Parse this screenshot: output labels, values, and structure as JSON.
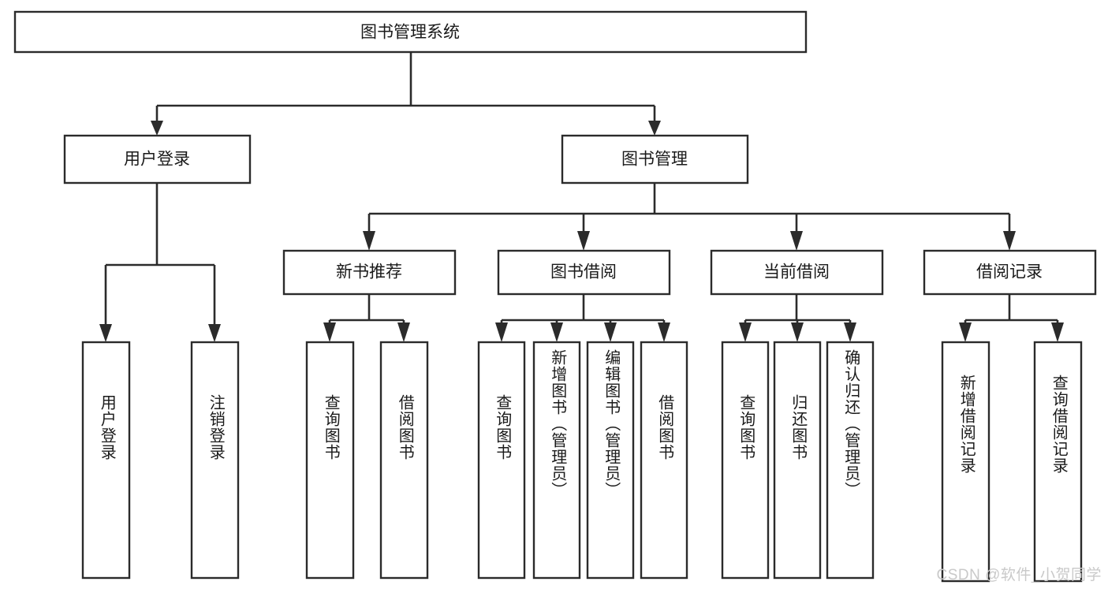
{
  "diagram": {
    "type": "tree",
    "title": "图书管理系统",
    "orientation": "top-down",
    "colors": {
      "background": "#ffffff",
      "box_fill": "#ffffff",
      "box_stroke": "#2b2b2b",
      "connector": "#2b2b2b",
      "text": "#1a1a1a",
      "watermark": "#c9c9c9"
    },
    "watermark": "CSDN @软件_小贺同学",
    "root": {
      "id": "root",
      "label": "图书管理系统",
      "orientation": "horizontal"
    },
    "level2": [
      {
        "id": "user-login",
        "label": "用户登录",
        "orientation": "horizontal"
      },
      {
        "id": "book-manage",
        "label": "图书管理",
        "orientation": "horizontal"
      }
    ],
    "level3": [
      {
        "id": "new-book-recommend",
        "label": "新书推荐",
        "parent": "book-manage",
        "orientation": "horizontal"
      },
      {
        "id": "book-borrow",
        "label": "图书借阅",
        "parent": "book-manage",
        "orientation": "horizontal"
      },
      {
        "id": "current-borrow",
        "label": "当前借阅",
        "parent": "book-manage",
        "orientation": "horizontal"
      },
      {
        "id": "borrow-record",
        "label": "借阅记录",
        "parent": "book-manage",
        "orientation": "horizontal"
      }
    ],
    "leaves": [
      {
        "id": "leaf-user-login",
        "label": "用户登录",
        "parent": "user-login",
        "orientation": "vertical"
      },
      {
        "id": "leaf-logout-login",
        "label": "注销登录",
        "parent": "user-login",
        "orientation": "vertical"
      },
      {
        "id": "leaf-query-book-rec",
        "label": "查询图书",
        "parent": "new-book-recommend",
        "orientation": "vertical"
      },
      {
        "id": "leaf-borrow-book-rec",
        "label": "借阅图书",
        "parent": "new-book-recommend",
        "orientation": "vertical"
      },
      {
        "id": "leaf-query-book-borrow",
        "label": "查询图书",
        "parent": "book-borrow",
        "orientation": "vertical"
      },
      {
        "id": "leaf-add-book-admin",
        "label": "新增图书（管理员）",
        "parent": "book-borrow",
        "orientation": "vertical"
      },
      {
        "id": "leaf-edit-book-admin",
        "label": "编辑图书（管理员）",
        "parent": "book-borrow",
        "orientation": "vertical"
      },
      {
        "id": "leaf-borrow-book",
        "label": "借阅图书",
        "parent": "book-borrow",
        "orientation": "vertical"
      },
      {
        "id": "leaf-query-book-current",
        "label": "查询图书",
        "parent": "current-borrow",
        "orientation": "vertical"
      },
      {
        "id": "leaf-return-book",
        "label": "归还图书",
        "parent": "current-borrow",
        "orientation": "vertical"
      },
      {
        "id": "leaf-confirm-return-admin",
        "label": "确认归还（管理员）",
        "parent": "current-borrow",
        "orientation": "vertical"
      },
      {
        "id": "leaf-add-borrow-record",
        "label": "新增借阅记录",
        "parent": "borrow-record",
        "orientation": "vertical"
      },
      {
        "id": "leaf-query-borrow-record",
        "label": "查询借阅记录",
        "parent": "borrow-record",
        "orientation": "vertical"
      }
    ]
  }
}
